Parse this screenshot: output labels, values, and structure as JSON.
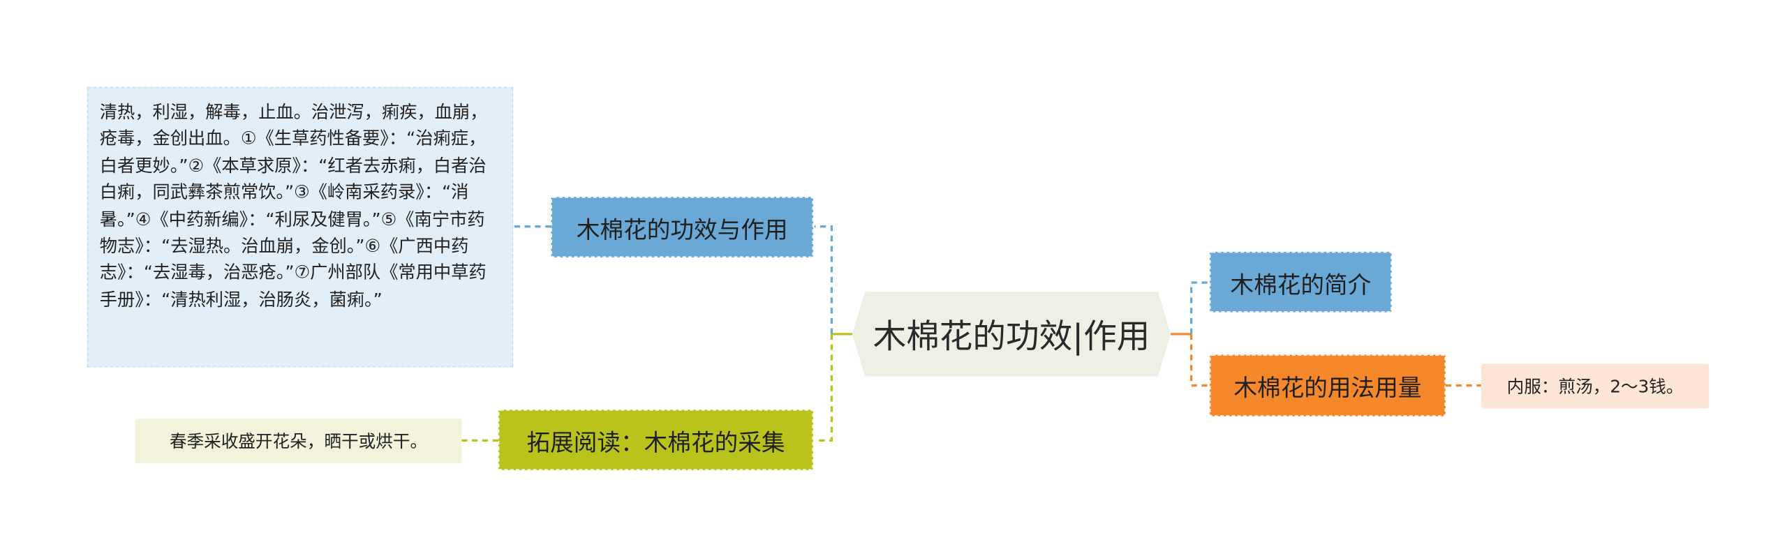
{
  "central": {
    "label": "木棉花的功效|作用"
  },
  "branches": {
    "efficacy": {
      "label": "木棉花的功效与作用",
      "detail": "清热，利湿，解毒，止血。治泄泻，痢疾，血崩，疮毒，金创出血。①《生草药性备要》：“治痢症，白者更妙。”②《本草求原》：“红者去赤痢，白者治白痢，同武彝茶煎常饮。”③《岭南采药录》：“消暑。”④《中药新编》：“利尿及健胃。”⑤《南宁市药物志》：“去湿热。治血崩，金创。”⑥《广西中药志》：“去湿毒，治恶疮。”⑦广州部队《常用中草药手册》：“清热利湿，治肠炎，菌痢。”"
    },
    "extended_reading": {
      "label": "拓展阅读：木棉花的采集",
      "detail": "春季采收盛开花朵，晒干或烘干。"
    },
    "intro": {
      "label": "木棉花的简介"
    },
    "usage": {
      "label": "木棉花的用法用量",
      "detail": "内服：煎汤，2～3钱。"
    }
  },
  "colors": {
    "central_bg": "#efefe6",
    "blue_topic": "#6aa9d6",
    "blue_leaf": "#e2eff8",
    "orange_topic": "#f5882b",
    "orange_leaf": "#fde6d6",
    "olive_topic": "#b9c31c",
    "olive_leaf": "#f2f3da"
  }
}
